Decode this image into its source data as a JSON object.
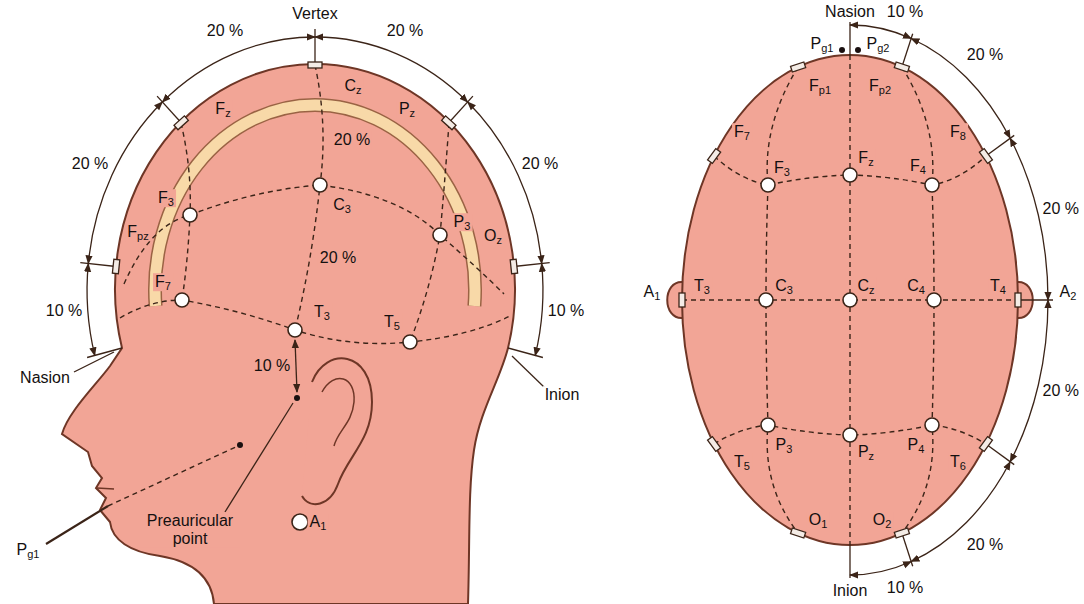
{
  "diagram": {
    "labels": [
      "Vertex",
      "20 %",
      "Cz",
      "20 %",
      "20 %",
      "Fz",
      "20 %",
      "F3",
      "C3",
      "Fpz",
      "20 %",
      "P3",
      "Pz",
      "20 %",
      "10 %",
      "F7",
      "T3",
      "T5",
      "Oz",
      "Nasion",
      "10 %",
      "10 %",
      "Preauricular point",
      "A1",
      "Inion",
      "Pg1",
      "Nasion",
      "10 %",
      "Pg1",
      "Pg2",
      "Fp1",
      "Fp2",
      "20 %",
      "F7",
      "F3",
      "Fz",
      "F4",
      "F8",
      "20 %",
      "A1",
      "T3",
      "C3",
      "Cz",
      "C4",
      "T4",
      "A2",
      "20 %",
      "T5",
      "P3",
      "Pz",
      "P4",
      "T6",
      "20 %",
      "O1",
      "O2",
      "10 %",
      "Inion"
    ]
  }
}
